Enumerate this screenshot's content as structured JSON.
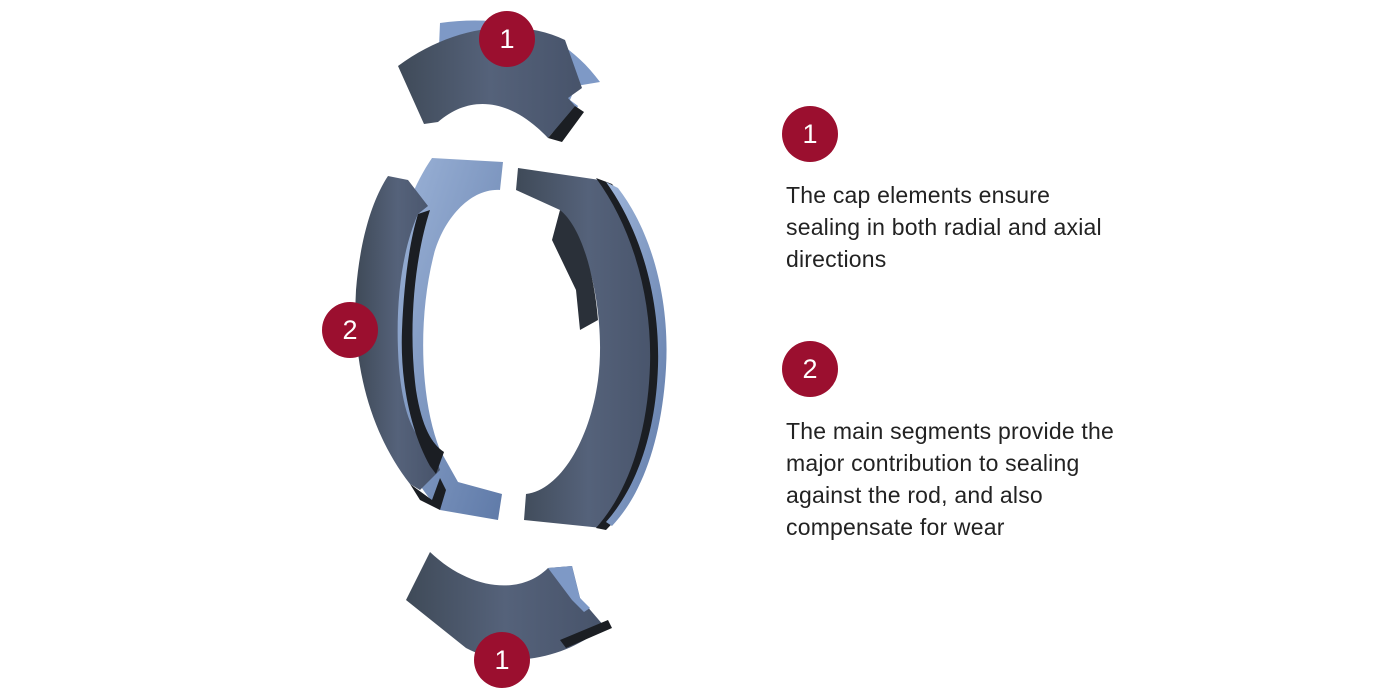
{
  "colors": {
    "marker": "#9b0f2f",
    "ring_face": "#4d5a6b",
    "ring_edge": "#7f9bc8",
    "ring_dark": "#1b1e23",
    "text": "#222222"
  },
  "callouts": {
    "cap_top": "1",
    "main_segment": "2",
    "cap_bottom": "1"
  },
  "legend": [
    {
      "number": "1",
      "text": "The cap elements ensure sealing in both radial and axial directions"
    },
    {
      "number": "2",
      "text": "The main segments provide the major contribution to sealing against the rod, and also compensate for wear"
    }
  ]
}
